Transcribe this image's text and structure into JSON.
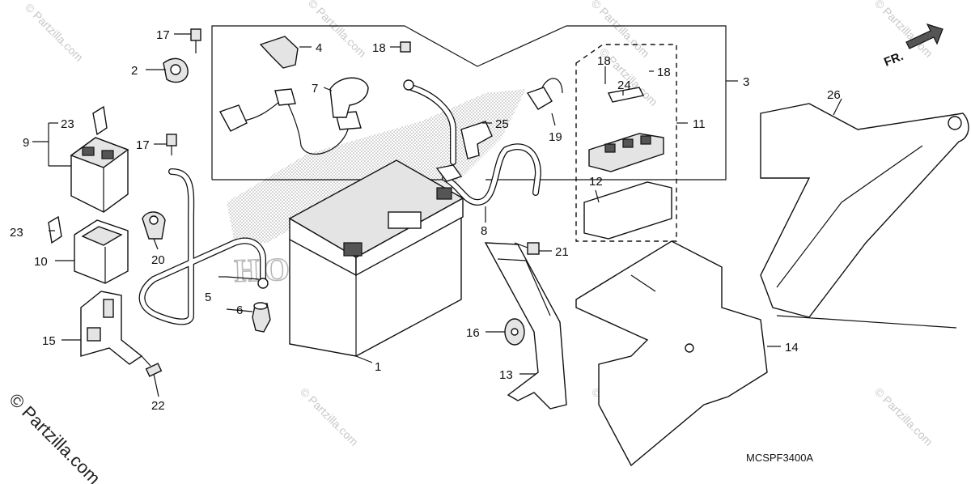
{
  "diagram": {
    "code": "MCSPF3400A",
    "direction_label": "FR.",
    "watermark_corner": "© Partzilla.com",
    "watermark_tile": "© Partzilla.com",
    "brand_emboss": "HONDA"
  },
  "callouts": {
    "c1": "1",
    "c2": "2",
    "c3": "3",
    "c4": "4",
    "c5": "5",
    "c6": "6",
    "c7": "7",
    "c8": "8",
    "c9": "9",
    "c10": "10",
    "c11": "11",
    "c12": "12",
    "c13": "13",
    "c14": "14",
    "c15": "15",
    "c16": "16",
    "c17a": "17",
    "c17b": "17",
    "c18a": "18",
    "c18b": "18",
    "c18c": "18",
    "c19": "19",
    "c20": "20",
    "c21": "21",
    "c22": "22",
    "c23a": "23",
    "c23b": "23",
    "c24": "24",
    "c25": "25",
    "c26": "26"
  }
}
